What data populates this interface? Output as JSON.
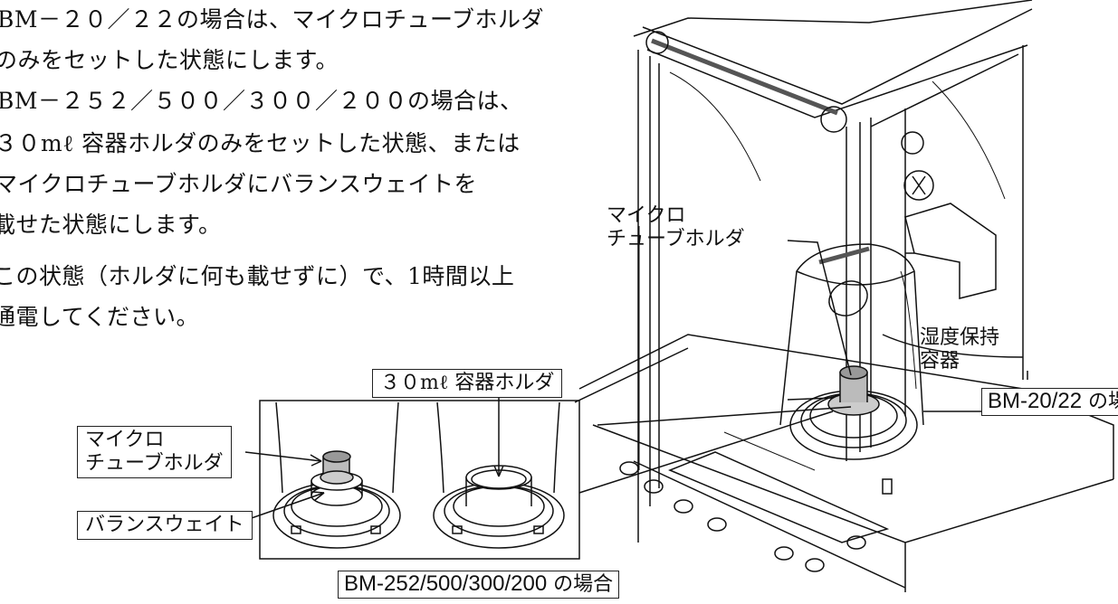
{
  "text": {
    "lines": [
      "BM－２０／２２の場合は、マイクロチューブホルダ",
      "のみをセットした状態にします。",
      "BM－２５２／５００／３００／２００の場合は、",
      "３０mℓ 容器ホルダのみをセットした状態、または",
      "マイクロチューブホルダにバランスウェイトを",
      "載せた状態にします。",
      "この状態（ホルダに何も載せずに）で、1時間以上",
      "通電してください。"
    ]
  },
  "labels": {
    "micro_tube_holder_right_line1": "マイクロ",
    "micro_tube_holder_right_line2": "チューブホルダ",
    "humidity_container_line1": "湿度保持",
    "humidity_container_line2": "容器",
    "holder_30ml": "３０mℓ 容器ホルダ",
    "micro_tube_holder_left_line1": "マイクロ",
    "micro_tube_holder_left_line2": "チューブホルダ",
    "balance_weight": "バランスウェイト",
    "case_bm20_model": "BM-20/22",
    "case_bm20_suffix": " の場合",
    "case_bm252_model": "BM-252/500/300/200",
    "case_bm252_suffix": " の場合"
  }
}
